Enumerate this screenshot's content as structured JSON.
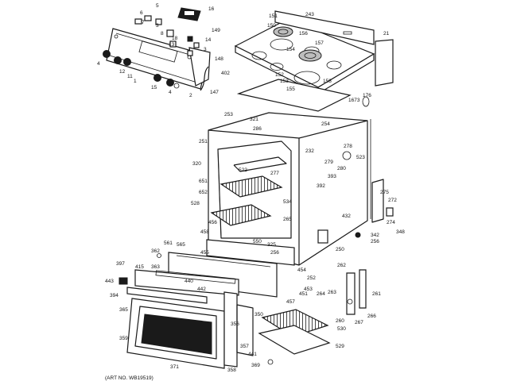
{
  "art_number": "(ART NO. WB19519)",
  "callouts": [
    {
      "id": "c5",
      "text": "5"
    },
    {
      "id": "c6",
      "text": "6"
    },
    {
      "id": "c7",
      "text": "7"
    },
    {
      "id": "c16",
      "text": "16"
    },
    {
      "id": "c3a",
      "text": "3"
    },
    {
      "id": "c8",
      "text": "8"
    },
    {
      "id": "c149",
      "text": "149"
    },
    {
      "id": "c14",
      "text": "14"
    },
    {
      "id": "c18",
      "text": "18"
    },
    {
      "id": "c13",
      "text": "13"
    },
    {
      "id": "c3b",
      "text": "3"
    },
    {
      "id": "c148",
      "text": "148"
    },
    {
      "id": "c2",
      "text": "2"
    },
    {
      "id": "c402",
      "text": "402"
    },
    {
      "id": "c147",
      "text": "147"
    },
    {
      "id": "c4a",
      "text": "4"
    },
    {
      "id": "c12",
      "text": "12"
    },
    {
      "id": "c11",
      "text": "11"
    },
    {
      "id": "c15",
      "text": "15"
    },
    {
      "id": "c4b",
      "text": "4"
    },
    {
      "id": "c1",
      "text": "1"
    },
    {
      "id": "c151",
      "text": "151"
    },
    {
      "id": "c243",
      "text": "243"
    },
    {
      "id": "c150",
      "text": "150"
    },
    {
      "id": "c156",
      "text": "156"
    },
    {
      "id": "c157",
      "text": "157"
    },
    {
      "id": "c154",
      "text": "154"
    },
    {
      "id": "c155",
      "text": "155"
    },
    {
      "id": "c158",
      "text": "158"
    },
    {
      "id": "c153",
      "text": "153"
    },
    {
      "id": "c152",
      "text": "152"
    },
    {
      "id": "c21",
      "text": "21"
    },
    {
      "id": "c176",
      "text": "176"
    },
    {
      "id": "c1673",
      "text": "1673"
    },
    {
      "id": "c253",
      "text": "253"
    },
    {
      "id": "c321",
      "text": "321"
    },
    {
      "id": "c286",
      "text": "286"
    },
    {
      "id": "c254",
      "text": "254"
    },
    {
      "id": "c251",
      "text": "251"
    },
    {
      "id": "c232",
      "text": "232"
    },
    {
      "id": "c278",
      "text": "278"
    },
    {
      "id": "c523",
      "text": "523"
    },
    {
      "id": "c280",
      "text": "280"
    },
    {
      "id": "c279",
      "text": "279"
    },
    {
      "id": "c320",
      "text": "320"
    },
    {
      "id": "c522",
      "text": "522"
    },
    {
      "id": "c277",
      "text": "277"
    },
    {
      "id": "c651",
      "text": "651"
    },
    {
      "id": "c652",
      "text": "652"
    },
    {
      "id": "c528",
      "text": "528"
    },
    {
      "id": "c534",
      "text": "534"
    },
    {
      "id": "c393",
      "text": "393"
    },
    {
      "id": "c392",
      "text": "392"
    },
    {
      "id": "c275",
      "text": "275"
    },
    {
      "id": "c272",
      "text": "272"
    },
    {
      "id": "c265",
      "text": "265"
    },
    {
      "id": "c432",
      "text": "432"
    },
    {
      "id": "c274",
      "text": "274"
    },
    {
      "id": "c348",
      "text": "348"
    },
    {
      "id": "c342",
      "text": "342"
    },
    {
      "id": "c256a",
      "text": "256"
    },
    {
      "id": "c458",
      "text": "458"
    },
    {
      "id": "c456",
      "text": "456"
    },
    {
      "id": "c550",
      "text": "550"
    },
    {
      "id": "c325",
      "text": "325"
    },
    {
      "id": "c250",
      "text": "250"
    },
    {
      "id": "c256b",
      "text": "256"
    },
    {
      "id": "c561",
      "text": "561"
    },
    {
      "id": "c565",
      "text": "565"
    },
    {
      "id": "c455",
      "text": "455"
    },
    {
      "id": "c362",
      "text": "362"
    },
    {
      "id": "c454",
      "text": "454"
    },
    {
      "id": "c397",
      "text": "397"
    },
    {
      "id": "c415",
      "text": "415"
    },
    {
      "id": "c363",
      "text": "363"
    },
    {
      "id": "c262",
      "text": "262"
    },
    {
      "id": "c440",
      "text": "440"
    },
    {
      "id": "c252",
      "text": "252"
    },
    {
      "id": "c453",
      "text": "453"
    },
    {
      "id": "c443",
      "text": "443"
    },
    {
      "id": "c442",
      "text": "442"
    },
    {
      "id": "c451",
      "text": "451"
    },
    {
      "id": "c457",
      "text": "457"
    },
    {
      "id": "c264",
      "text": "264"
    },
    {
      "id": "c263",
      "text": "263"
    },
    {
      "id": "c261",
      "text": "261"
    },
    {
      "id": "c394",
      "text": "394"
    },
    {
      "id": "c365",
      "text": "365"
    },
    {
      "id": "c260",
      "text": "260"
    },
    {
      "id": "c267",
      "text": "267"
    },
    {
      "id": "c266",
      "text": "266"
    },
    {
      "id": "c350",
      "text": "350"
    },
    {
      "id": "c356",
      "text": "356"
    },
    {
      "id": "c530",
      "text": "530"
    },
    {
      "id": "c359",
      "text": "359"
    },
    {
      "id": "c529",
      "text": "529"
    },
    {
      "id": "c357",
      "text": "357"
    },
    {
      "id": "c441",
      "text": "441"
    },
    {
      "id": "c358",
      "text": "358"
    },
    {
      "id": "c371",
      "text": "371"
    },
    {
      "id": "c369",
      "text": "369"
    }
  ]
}
